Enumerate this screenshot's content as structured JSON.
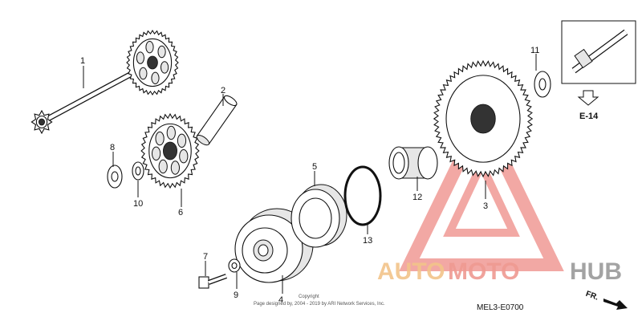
{
  "callouts": [
    {
      "id": "1",
      "label": "1"
    },
    {
      "id": "2",
      "label": "2"
    },
    {
      "id": "3",
      "label": "3"
    },
    {
      "id": "4",
      "label": "4"
    },
    {
      "id": "5",
      "label": "5"
    },
    {
      "id": "6",
      "label": "6"
    },
    {
      "id": "7",
      "label": "7"
    },
    {
      "id": "8",
      "label": "8"
    },
    {
      "id": "9",
      "label": "9"
    },
    {
      "id": "10",
      "label": "10"
    },
    {
      "id": "11",
      "label": "11"
    },
    {
      "id": "12",
      "label": "12"
    },
    {
      "id": "13",
      "label": "13"
    }
  ],
  "reference": {
    "label": "E-14"
  },
  "diagram_code": "MEL3-E0700",
  "direction": {
    "label": "FR."
  },
  "copyright": {
    "line1": "Copyright",
    "line2": "Page designed by, 2004 - 2019 by ARI Network Services, Inc."
  },
  "watermark": {
    "part1": "AUTO",
    "part2": "MOTO",
    "part3": "HUB"
  },
  "colors": {
    "watermark_red": "#e8625a",
    "watermark_orange": "#f0a050",
    "watermark_gray": "#8a8a8a"
  }
}
